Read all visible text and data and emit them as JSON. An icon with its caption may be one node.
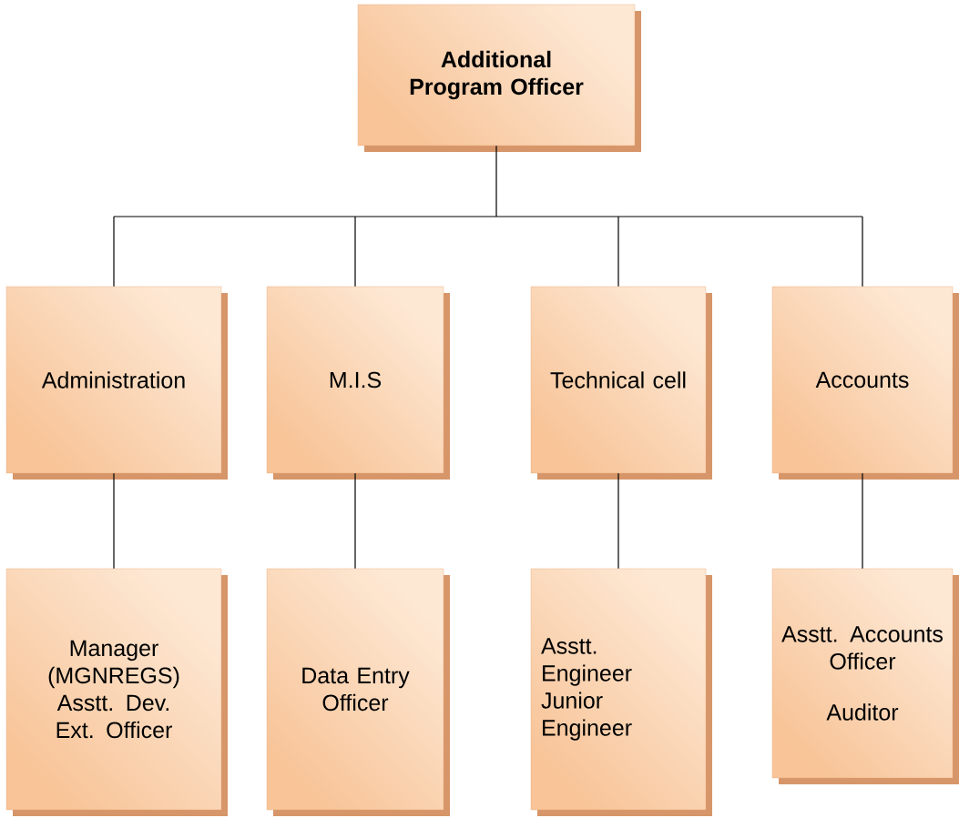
{
  "diagram": {
    "nodes": [
      {
        "text": [
          "Additional Program Officer"
        ]
      },
      {
        "text": [
          "Administration"
        ]
      },
      {
        "text": [
          "M.I.S"
        ]
      },
      {
        "text": [
          "Technical cell"
        ]
      },
      {
        "text": [
          "Accounts"
        ]
      },
      {
        "text": [
          "Manager (MGNREGS)",
          "Asstt. Dev. Ext. Officer"
        ]
      },
      {
        "text": [
          "Data Entry Officer"
        ]
      },
      {
        "text": [
          "Asstt. Engineer",
          "Junior Engineer"
        ]
      },
      {
        "text": [
          "Asstt. Accounts Officer",
          "Auditor"
        ]
      }
    ],
    "edges": [
      {
        "from": 0,
        "to": 1,
        "arrow": "none"
      },
      {
        "from": 0,
        "to": 2,
        "arrow": "none"
      },
      {
        "from": 0,
        "to": 3,
        "arrow": "none"
      },
      {
        "from": 0,
        "to": 4,
        "arrow": "none"
      },
      {
        "from": 1,
        "to": 5,
        "arrow": "none"
      },
      {
        "from": 2,
        "to": 6,
        "arrow": "none"
      },
      {
        "from": 3,
        "to": 7,
        "arrow": "none"
      },
      {
        "from": 4,
        "to": 8,
        "arrow": "none"
      }
    ]
  }
}
